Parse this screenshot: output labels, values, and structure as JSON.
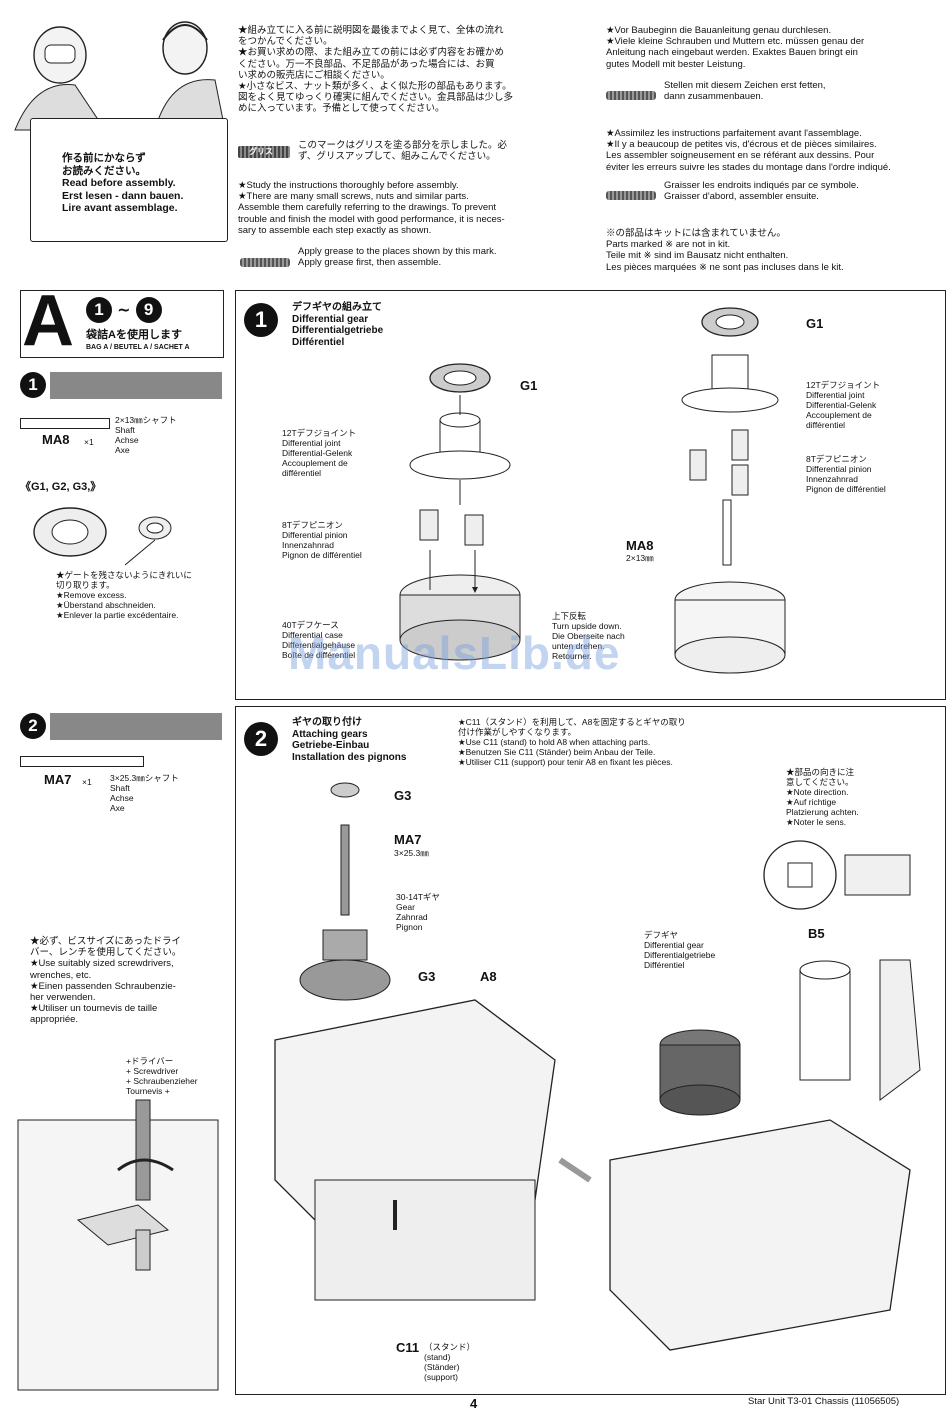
{
  "intro": {
    "sign_text": "作る前にかならず\nお読みください。\nRead before assembly.\nErst lesen - dann bauen.\nLire avant assemblage.",
    "jp_text": "★組み立てに入る前に説明図を最後までよく見て、全体の流れ\nをつかんでください。\n★お買い求めの際、また組み立ての前には必ず内容をお確かめ\nください。万一不良部品、不足部品があった場合には、お買\nい求めの販売店にご相談ください。\n★小さなビス、ナット類が多く、よく似た形の部品もあります。\n図をよく見てゆっくり確実に組んでください。金具部品は少し多\nめに入っています。予備として使ってください。",
    "jp_grease_label": "グリス",
    "jp_grease_text": "このマークはグリスを塗る部分を示しました。必\nず、グリスアップして、組みこんでください。",
    "en_text": "★Study the instructions thoroughly before assembly.\n★There are many small screws, nuts and similar parts.\nAssemble them carefully referring to the drawings. To prevent\ntrouble and finish the model with good performance, it is neces-\nsary to assemble each step exactly as shown.",
    "en_grease_text": "Apply grease to the places shown by this mark.\nApply grease first, then assemble.",
    "de_text": "★Vor Baubeginn die Bauanleitung genau durchlesen.\n★Viele kleine Schrauben und Muttern etc. müssen genau der\nAnleitung nach eingebaut werden. Exaktes Bauen bringt ein\ngutes Modell mit bester Leistung.",
    "de_grease_text": "Stellen mit diesem Zeichen erst fetten,\ndann zusammenbauen.",
    "fr_text": "★Assimilez les instructions parfaitement avant l'assemblage.\n★Il y a beaucoup de petites vis, d'écrous et de pièces similaires.\nLes assembler soigneusement en se référant aux dessins. Pour\néviter les erreurs suivre les stades du montage dans l'ordre indiqué.",
    "fr_grease_text": "Graisser les endroits indiqués par ce symbole.\nGraisser d'abord, assembler ensuite.",
    "notinkit_text": "※の部品はキットには含まれていません。\nParts marked ※ are not in kit.\nTeile mit ※ sind im Bausatz nicht enthalten.\nLes pièces marquées ※ ne sont pas incluses dans le kit."
  },
  "bag": {
    "letter": "A",
    "range_from": "1",
    "range_sep": "~",
    "range_to": "9",
    "jp": "袋詰Aを使用します",
    "sub": "BAG A / BEUTEL A / SACHET A"
  },
  "step1": {
    "num": "1",
    "title": "デフギヤの組み立て\nDifferential gear\nDifferentialgetriebe\nDifférentiel",
    "part_code": "MA8",
    "part_qty": "×1",
    "part_desc": "2×13㎜シャフト\nShaft\nAchse\nAxe",
    "g_parts": "《G1, G2, G3,》",
    "gate_text": "★ゲートを残さないようにきれいに\n切り取ります。\n★Remove excess.\n★Überstand abschneiden.\n★Enlever la partie excédentaire.",
    "g1_label": "G1",
    "joint_label": "12Tデフジョイント\nDifferential joint\nDifferential-Gelenk\nAccouplement de\ndifférentiel",
    "pinion_label": "8Tデフピニオン\nDifferential pinion\nInnenzahnrad\nPignon de différentiel",
    "case_label": "40Tデフケース\nDifferential case\nDifferentialgehäuse\nBoîte de différentiel",
    "turn_text": "上下反転\nTurn upside down.\nDie Oberseite nach\nunten drehen.\nRetourner.",
    "g1_label_r": "G1",
    "joint_label_r": "12Tデフジョイント\nDifferential joint\nDifferential-Gelenk\nAccouplement de\ndifférentiel",
    "pinion_label_r": "8Tデフピニオン\nDifferential pinion\nInnenzahnrad\nPignon de différentiel",
    "ma8_label": "MA8",
    "ma8_size": "2×13㎜"
  },
  "step2": {
    "num": "2",
    "title": "ギヤの取り付け\nAttaching gears\nGetriebe-Einbau\nInstallation des pignons",
    "part_code": "MA7",
    "part_qty": "×1",
    "part_desc": "3×25.3㎜シャフト\nShaft\nAchse\nAxe",
    "note": "★C11（スタンド）を利用して、A8を固定するとギヤの取り\n付け作業がしやすくなります。\n★Use C11 (stand) to hold A8 when attaching parts.\n★Benutzen Sie C11 (Ständer) beim Anbau der Teile.\n★Utiliser C11 (support) pour tenir A8 en fixant les pièces.",
    "screwdriver_note": "★必ず、ビスサイズにあったドライ\nバー、レンチを使用してください。\n★Use suitably sized screwdrivers,\nwrenches, etc.\n★Einen passenden Schraubenzie-\nher verwenden.\n★Utiliser un tournevis de taille\nappropriée.",
    "driver_label": "+ドライバー\n+ Screwdriver\n+ Schraubenzieher\nTournevis +",
    "g3_label": "G3",
    "ma7_label": "MA7",
    "ma7_size": "3×25.3㎜",
    "gear_label": "30-14Tギヤ\nGear\nZahnrad\nPignon",
    "g3_label_b": "G3",
    "a8_label": "A8",
    "c11_label": "C11",
    "c11_text": "（スタンド）\n(stand)\n(Ständer)\n(support)",
    "direction_note": "★部品の向きに注\n意してください。\n★Note direction.\n★Auf richtige\nPlatzierung achten.\n★Noter le sens.",
    "diff_label": "デフギヤ\nDifferential gear\nDifferentialgetriebe\nDifférentiel",
    "b5_label": "B5"
  },
  "footer": {
    "page": "4",
    "product": "Star Unit T3-01 Chassis (11056505)"
  },
  "watermark": "ManualsLib.de"
}
